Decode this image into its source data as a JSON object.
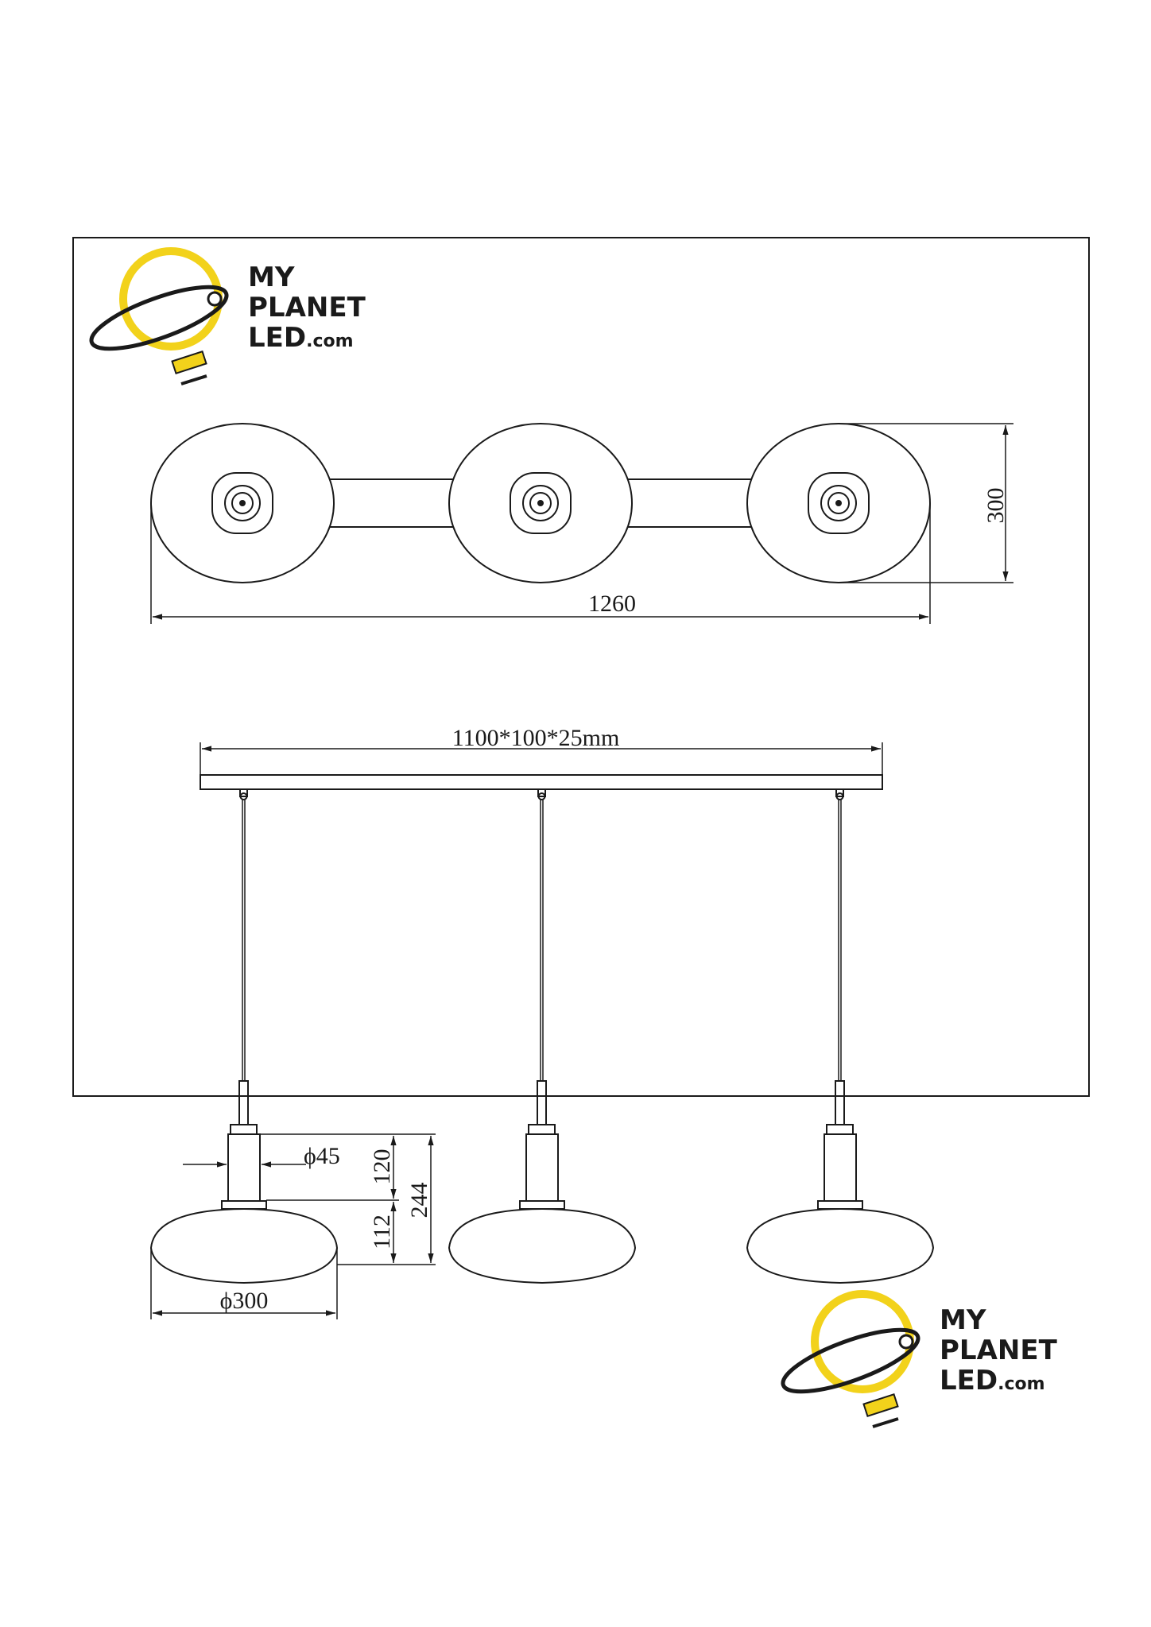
{
  "logo": {
    "line1": "MY",
    "line2": "PLANET",
    "line3": "LED",
    "suffix": ".com",
    "accent_color": "#f2d21b",
    "ink_color": "#1a1a1a"
  },
  "top_view": {
    "width_label": "1260",
    "height_label": "300"
  },
  "side_view": {
    "rail_label": "1100*100*25mm",
    "socket_diameter_label": "ϕ45",
    "socket_height_label": "120",
    "total_height_label": "244",
    "shade_height_label": "112",
    "shade_diameter_label": "ϕ300"
  }
}
